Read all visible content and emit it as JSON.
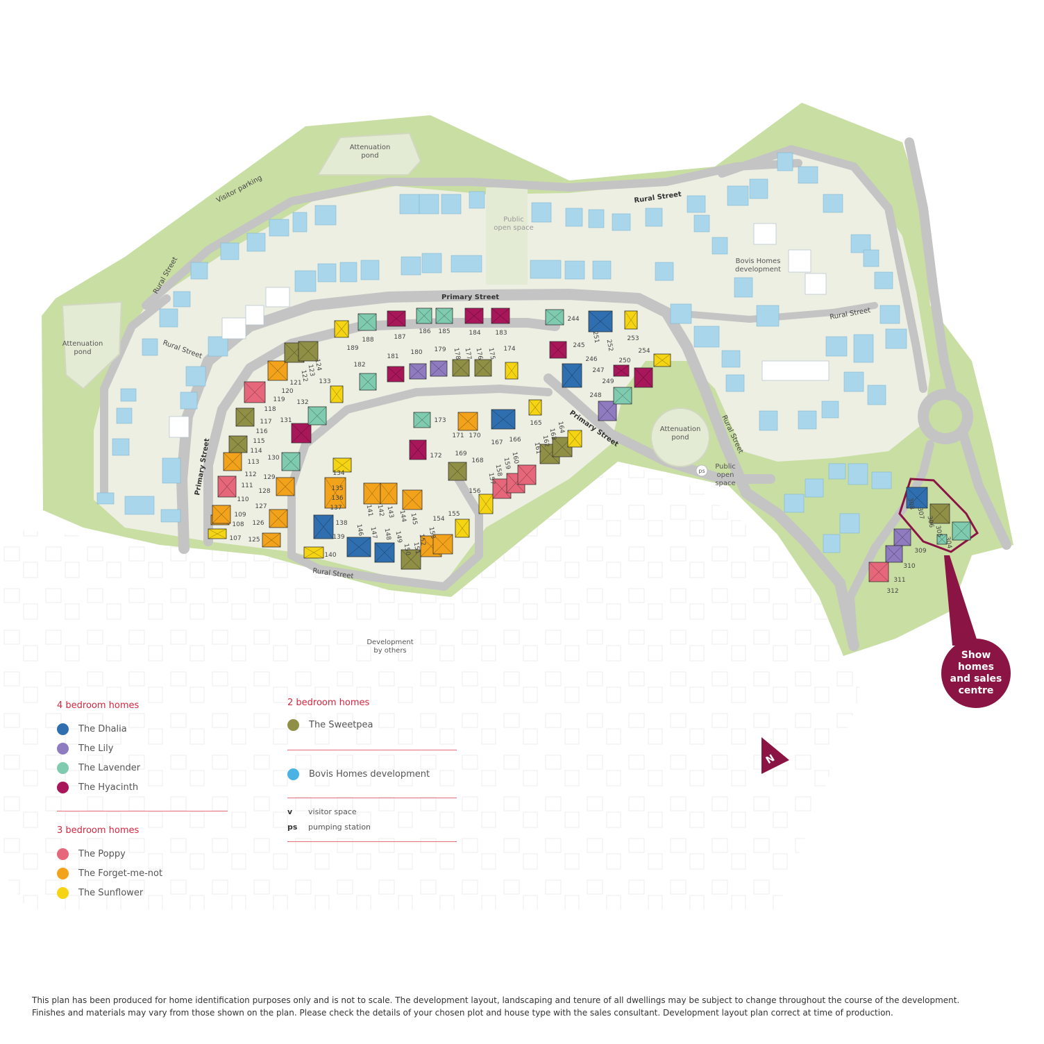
{
  "map": {
    "labels": {
      "attenuation_pond_north": [
        "Attenuation",
        "pond"
      ],
      "attenuation_pond_west": [
        "Attenuation",
        "pond"
      ],
      "attenuation_pond_south": [
        "Attenuation",
        "pond"
      ],
      "visitor_parking": "Visitor parking",
      "public_open_space_north": [
        "Public",
        "open space"
      ],
      "public_open_space_south": [
        "Public",
        "open",
        "space"
      ],
      "bovis_development": [
        "Bovis Homes",
        "development"
      ],
      "development_by_others": [
        "Development",
        "by others"
      ],
      "pumping_station_marker": "ps"
    },
    "streets": {
      "rural_west": "Rural Street",
      "rural_west_inner": "Rural Street",
      "rural_north": "Rural Street",
      "rural_east": "Rural Street",
      "rural_east_inner": "Rural Street",
      "rural_south": "Rural Street",
      "primary_north": "Primary Street",
      "primary_west": "Primary Street",
      "primary_middle": "Primary Street"
    },
    "colors": {
      "dhalia": "#2f6fb0",
      "lily": "#8f7bc0",
      "lavender": "#7fcbb0",
      "hyacinth": "#a8175a",
      "poppy": "#e6677a",
      "forget_me_not": "#f2a31b",
      "sunflower": "#f5d513",
      "sweetpea": "#8f8f46",
      "bovis": "#a9d6ea",
      "green": "#c9dea3",
      "road": "#c4c4c4",
      "plot": "#eef0e0",
      "brand": "#8a1444"
    },
    "plots": [
      {
        "n": "107",
        "type": "sunflower"
      },
      {
        "n": "108",
        "type": "forget_me_not"
      },
      {
        "n": "109",
        "type": "forget_me_not"
      },
      {
        "n": "110",
        "type": "poppy"
      },
      {
        "n": "111",
        "type": "poppy"
      },
      {
        "n": "112",
        "type": "forget_me_not"
      },
      {
        "n": "113",
        "type": "forget_me_not"
      },
      {
        "n": "114",
        "type": "sweetpea"
      },
      {
        "n": "115",
        "type": "sweetpea"
      },
      {
        "n": "116",
        "type": "sweetpea"
      },
      {
        "n": "117",
        "type": "sweetpea"
      },
      {
        "n": "118",
        "type": "poppy"
      },
      {
        "n": "119",
        "type": "poppy"
      },
      {
        "n": "120",
        "type": "forget_me_not"
      },
      {
        "n": "121",
        "type": "forget_me_not"
      },
      {
        "n": "122",
        "type": "sweetpea"
      },
      {
        "n": "123",
        "type": "sweetpea"
      },
      {
        "n": "124",
        "type": "sweetpea"
      },
      {
        "n": "125",
        "type": "forget_me_not"
      },
      {
        "n": "126",
        "type": "forget_me_not"
      },
      {
        "n": "127",
        "type": "forget_me_not"
      },
      {
        "n": "128",
        "type": "forget_me_not"
      },
      {
        "n": "129",
        "type": "forget_me_not"
      },
      {
        "n": "130",
        "type": "lavender"
      },
      {
        "n": "131",
        "type": "hyacinth"
      },
      {
        "n": "132",
        "type": "lavender"
      },
      {
        "n": "133",
        "type": "sunflower"
      },
      {
        "n": "134",
        "type": "sunflower"
      },
      {
        "n": "135",
        "type": "forget_me_not"
      },
      {
        "n": "136",
        "type": "forget_me_not"
      },
      {
        "n": "137",
        "type": "forget_me_not"
      },
      {
        "n": "138",
        "type": "dhalia"
      },
      {
        "n": "139",
        "type": "dhalia"
      },
      {
        "n": "140",
        "type": "sunflower"
      },
      {
        "n": "141",
        "type": "forget_me_not"
      },
      {
        "n": "142",
        "type": "forget_me_not"
      },
      {
        "n": "143",
        "type": "forget_me_not"
      },
      {
        "n": "144",
        "type": "forget_me_not"
      },
      {
        "n": "145",
        "type": "forget_me_not"
      },
      {
        "n": "146",
        "type": "dhalia"
      },
      {
        "n": "147",
        "type": "dhalia"
      },
      {
        "n": "148",
        "type": "forget_me_not"
      },
      {
        "n": "149",
        "type": "forget_me_not"
      },
      {
        "n": "150",
        "type": "sweetpea"
      },
      {
        "n": "151",
        "type": "sweetpea"
      },
      {
        "n": "152",
        "type": "forget_me_not"
      },
      {
        "n": "153",
        "type": "forget_me_not"
      },
      {
        "n": "154",
        "type": "sunflower"
      },
      {
        "n": "155",
        "type": "sunflower"
      },
      {
        "n": "156",
        "type": "sunflower"
      },
      {
        "n": "157",
        "type": "poppy"
      },
      {
        "n": "158",
        "type": "poppy"
      },
      {
        "n": "159",
        "type": "poppy"
      },
      {
        "n": "160",
        "type": "poppy"
      },
      {
        "n": "161",
        "type": "sweetpea"
      },
      {
        "n": "162",
        "type": "sweetpea"
      },
      {
        "n": "163",
        "type": "sweetpea"
      },
      {
        "n": "164",
        "type": "sunflower"
      },
      {
        "n": "165",
        "type": "sunflower"
      },
      {
        "n": "166",
        "type": "dhalia"
      },
      {
        "n": "167",
        "type": "dhalia"
      },
      {
        "n": "168",
        "type": "sweetpea"
      },
      {
        "n": "169",
        "type": "sweetpea"
      },
      {
        "n": "170",
        "type": "forget_me_not"
      },
      {
        "n": "171",
        "type": "forget_me_not"
      },
      {
        "n": "172",
        "type": "hyacinth"
      },
      {
        "n": "173",
        "type": "lavender"
      },
      {
        "n": "174",
        "type": "sunflower"
      },
      {
        "n": "175",
        "type": "sweetpea"
      },
      {
        "n": "176",
        "type": "sweetpea"
      },
      {
        "n": "177",
        "type": "sweetpea"
      },
      {
        "n": "178",
        "type": "sweetpea"
      },
      {
        "n": "179",
        "type": "lily"
      },
      {
        "n": "180",
        "type": "lily"
      },
      {
        "n": "181",
        "type": "hyacinth"
      },
      {
        "n": "182",
        "type": "lavender"
      },
      {
        "n": "183",
        "type": "hyacinth"
      },
      {
        "n": "184",
        "type": "hyacinth"
      },
      {
        "n": "185",
        "type": "lavender"
      },
      {
        "n": "186",
        "type": "lavender"
      },
      {
        "n": "187",
        "type": "hyacinth"
      },
      {
        "n": "188",
        "type": "lavender"
      },
      {
        "n": "189",
        "type": "sunflower"
      },
      {
        "n": "244",
        "type": "lavender"
      },
      {
        "n": "245",
        "type": "hyacinth"
      },
      {
        "n": "246",
        "type": "dhalia"
      },
      {
        "n": "247",
        "type": "hyacinth"
      },
      {
        "n": "248",
        "type": "lily"
      },
      {
        "n": "249",
        "type": "lavender"
      },
      {
        "n": "250",
        "type": "hyacinth"
      },
      {
        "n": "251",
        "type": "dhalia"
      },
      {
        "n": "252",
        "type": "dhalia"
      },
      {
        "n": "253",
        "type": "sunflower"
      },
      {
        "n": "254",
        "type": "sunflower"
      },
      {
        "n": "304",
        "type": "lavender"
      },
      {
        "n": "305",
        "type": "lavender"
      },
      {
        "n": "306",
        "type": "sweetpea"
      },
      {
        "n": "307",
        "type": "sweetpea"
      },
      {
        "n": "308",
        "type": "dhalia"
      },
      {
        "n": "309",
        "type": "lily"
      },
      {
        "n": "310",
        "type": "lily"
      },
      {
        "n": "311",
        "type": "poppy"
      },
      {
        "n": "312",
        "type": "poppy"
      }
    ]
  },
  "show_bubble": [
    "Show",
    "homes",
    "and sales",
    "centre"
  ],
  "north_label": "N",
  "legend": {
    "four_bed": {
      "heading": "4 bedroom homes",
      "items": [
        {
          "label": "The Dhalia",
          "color": "#2f6fb0"
        },
        {
          "label": "The Lily",
          "color": "#8f7bc0"
        },
        {
          "label": "The Lavender",
          "color": "#7fcbb0"
        },
        {
          "label": "The Hyacinth",
          "color": "#a8175a"
        }
      ]
    },
    "three_bed": {
      "heading": "3 bedroom homes",
      "items": [
        {
          "label": "The Poppy",
          "color": "#e6677a"
        },
        {
          "label": "The Forget-me-not",
          "color": "#f2a31b"
        },
        {
          "label": "The Sunflower",
          "color": "#f5d513"
        }
      ]
    },
    "two_bed": {
      "heading": "2 bedroom homes",
      "items": [
        {
          "label": "The Sweetpea",
          "color": "#8f8f46"
        }
      ]
    },
    "bovis": {
      "label": "Bovis Homes development",
      "color": "#4ab3e3"
    },
    "abbreviations": [
      {
        "key": "v",
        "label": "visitor space"
      },
      {
        "key": "ps",
        "label": "pumping station"
      }
    ]
  },
  "disclaimer": [
    "This plan has been produced for home identification purposes only and is not to scale. The development layout, landscaping and tenure of all dwellings may be subject to change throughout the course of the development.",
    "Finishes and materials may vary from those shown on the plan. Please check the details of your chosen plot and house type with the sales consultant. Development layout plan correct at time of production."
  ]
}
